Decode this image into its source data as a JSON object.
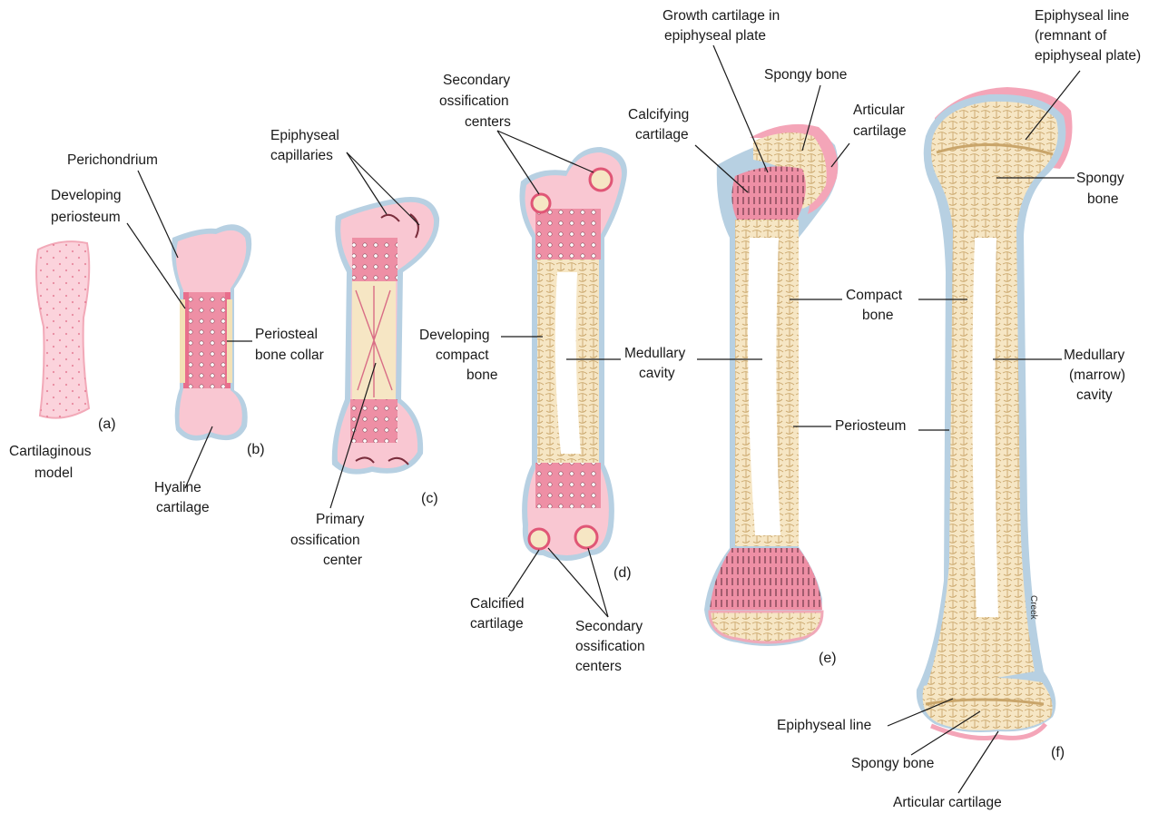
{
  "colors": {
    "cartilage": "#f7c3cf",
    "cartilage_dark": "#e8708a",
    "periosteum": "#a9c6dc",
    "bone": "#f6e6c4",
    "bone_line": "#d2b27a",
    "marrow": "#ffffff",
    "text": "#1a1a1a"
  },
  "panels": {
    "a": "(a)",
    "b": "(b)",
    "c": "(c)",
    "d": "(d)",
    "e": "(e)",
    "f": "(f)"
  },
  "labels": {
    "cartilaginous_model_1": "Cartilaginous",
    "cartilaginous_model_2": "model",
    "perichondrium": "Perichondrium",
    "developing_periosteum_1": "Developing",
    "developing_periosteum_2": "periosteum",
    "periosteal_bone_collar_1": "Periosteal",
    "periosteal_bone_collar_2": "bone collar",
    "hyaline_cartilage_1": "Hyaline",
    "hyaline_cartilage_2": "cartilage",
    "epiphyseal_capillaries_1": "Epiphyseal",
    "epiphyseal_capillaries_2": "capillaries",
    "primary_ossification_1": "Primary",
    "primary_ossification_2": "ossification",
    "primary_ossification_3": "center",
    "secondary_ossification_top_1": "Secondary",
    "secondary_ossification_top_2": "ossification",
    "secondary_ossification_top_3": "centers",
    "developing_compact_bone_1": "Developing",
    "developing_compact_bone_2": "compact",
    "developing_compact_bone_3": "bone",
    "medullary_cavity_d_1": "Medullary",
    "medullary_cavity_d_2": "cavity",
    "calcified_cartilage_1": "Calcified",
    "calcified_cartilage_2": "cartilage",
    "secondary_ossification_bottom_1": "Secondary",
    "secondary_ossification_bottom_2": "ossification",
    "secondary_ossification_bottom_3": "centers",
    "growth_cartilage_1": "Growth cartilage in",
    "growth_cartilage_2": "epiphyseal plate",
    "spongy_bone_e": "Spongy bone",
    "calcifying_cartilage_1": "Calcifying",
    "calcifying_cartilage_2": "cartilage",
    "articular_cartilage_e_1": "Articular",
    "articular_cartilage_e_2": "cartilage",
    "compact_bone_1": "Compact",
    "compact_bone_2": "bone",
    "periosteum": "Periosteum",
    "epiphyseal_line_top_1": "Epiphyseal line",
    "epiphyseal_line_top_2": "(remnant of",
    "epiphyseal_line_top_3": "epiphyseal plate)",
    "spongy_bone_f_1": "Spongy",
    "spongy_bone_f_2": "bone",
    "medullary_marrow_1": "Medullary",
    "medullary_marrow_2": "(marrow)",
    "medullary_marrow_3": "cavity",
    "epiphyseal_line_bottom": "Epiphyseal line",
    "spongy_bone_bottom": "Spongy bone",
    "articular_cartilage_bottom": "Articular cartilage",
    "signature": "Creek"
  }
}
